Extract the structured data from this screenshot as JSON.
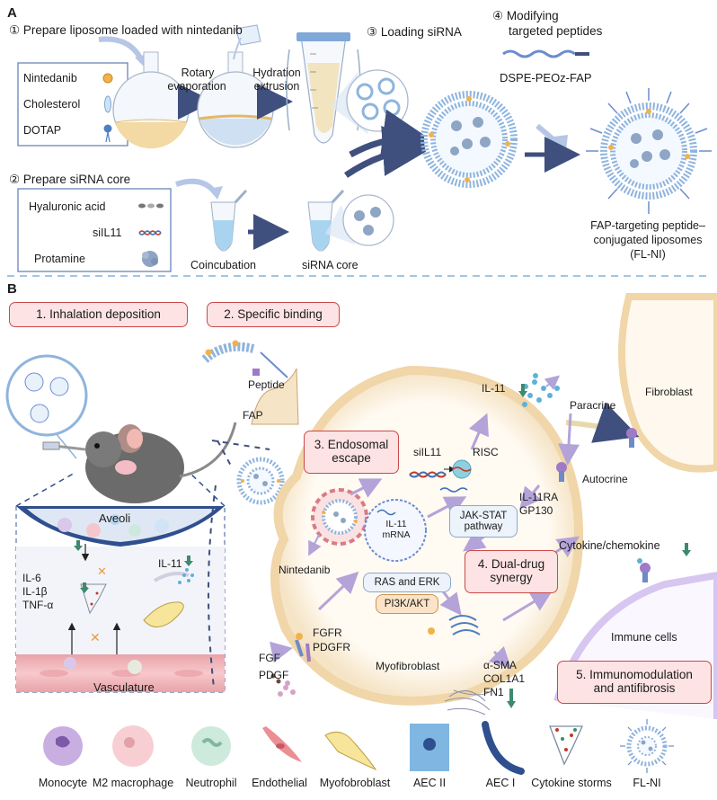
{
  "panelA": {
    "letter": "A",
    "step1": "① Prepare liposome loaded with nintedanib",
    "step2": "② Prepare siRNA core",
    "step3": "③ Loading siRNA",
    "step4_line1": "④ Modifying",
    "step4_line2": "targeted peptides",
    "legend1": [
      "Nintedanib",
      "Cholesterol",
      "DOTAP"
    ],
    "legend2": [
      "Hyaluronic acid",
      "siIL11",
      "Protamine"
    ],
    "rotary_line1": "Rotary",
    "rotary_line2": "evaporation",
    "hydration_line1": "Hydration",
    "hydration_line2": "extrusion",
    "dspe": "DSPE-PEOz-FAP",
    "coincubation": "Coincubation",
    "sirna_core": "siRNA core",
    "product_line1": "FAP-targeting peptide–",
    "product_line2": "conjugated liposomes",
    "product_line3": "(FL-NI)"
  },
  "panelB": {
    "letter": "B",
    "step1": "1. Inhalation deposition",
    "step2": "2. Specific binding",
    "step3_line1": "3. Endosomal",
    "step3_line2": "escape",
    "step4_line1": "4. Dual-drug",
    "step4_line2": "synergy",
    "step5_line1": "5. Immunomodulation",
    "step5_line2": "and antifibrosis",
    "peptide": "Peptide",
    "fap": "FAP",
    "aveoli": "Aveoli",
    "vasculature": "Vasculature",
    "il11_left": "IL-11",
    "il6": "IL-6",
    "il1b": "IL-1β",
    "tnfa": "TNF-α",
    "il11_top": "IL-11",
    "sil11": "siIL11",
    "risc": "RISC",
    "paracrine": "Paracrine",
    "fibroblast": "Fibroblast",
    "autocrine": "Autocrine",
    "il11ra": "IL-11RA",
    "gp130": "GP130",
    "jak_line1": "JAK-STAT",
    "jak_line2": "pathway",
    "mrna_line1": "IL-11",
    "mrna_line2": "mRNA",
    "nintedanib": "Nintedanib",
    "ras": "RAS and ERK",
    "pi3k": "PI3K/AKT",
    "cytokine": "Cytokine/chemokine",
    "immune_cells": "Immune cells",
    "fgfr": "FGFR",
    "pdgfr": "PDGFR",
    "fgf": "FGF",
    "pdgf": "PDGF",
    "myofibroblast": "Myofibroblast",
    "asma": "α-SMA",
    "col1a1": "COL1A1",
    "fn1": "FN1"
  },
  "legend": [
    "Monocyte",
    "M2 macrophage",
    "Neutrophil",
    "Endothelial",
    "Myofobroblast",
    "AEC II",
    "AEC I",
    "Cytokine storms",
    "FL-NI"
  ],
  "colors": {
    "red_box_fill": "#fde3e3",
    "red_box_border": "#c94a4a",
    "arrow_dark": "#3f4f7e",
    "arrow_light": "#b6c6e6",
    "liposome_blue": "#8fb4dd",
    "nintedanib_orange": "#f2b24a",
    "cell_membrane": "#f2dcb6",
    "green_down_arrow": "#3d8a6e"
  }
}
